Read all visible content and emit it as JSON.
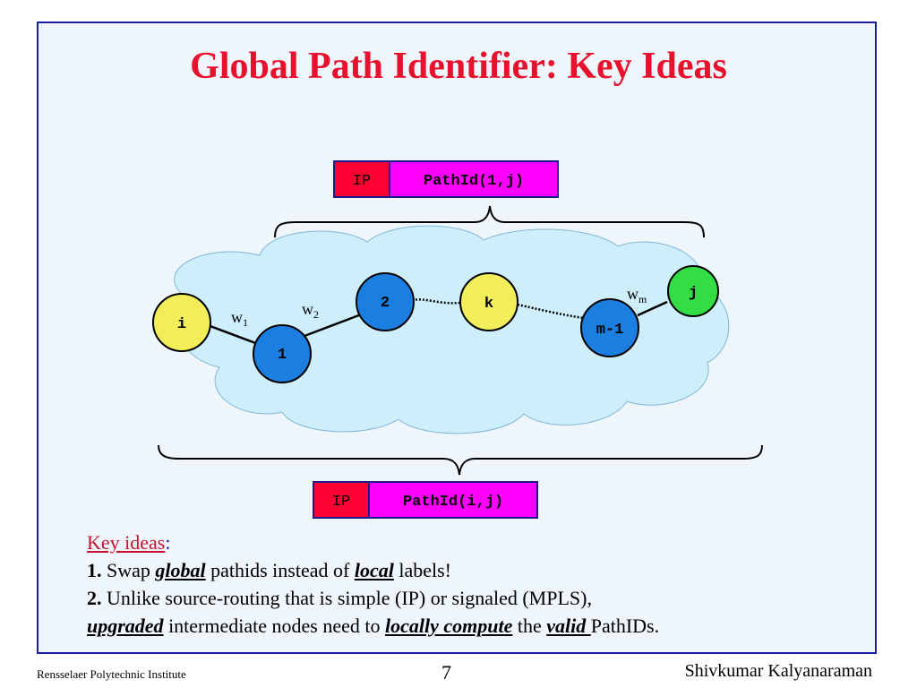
{
  "title": "Global Path Identifier: Key Ideas",
  "diagram": {
    "top_header": {
      "ip": "IP",
      "pathid": "PathId(1,j)"
    },
    "bottom_header": {
      "ip": "IP",
      "pathid": "PathId(i,j)"
    },
    "nodes": {
      "i": "i",
      "n1": "1",
      "n2": "2",
      "k": "k",
      "m1": "m-1",
      "j": "j"
    },
    "weights": {
      "w1": "w",
      "w1_sub": "1",
      "w2": "w",
      "w2_sub": "2",
      "wm": "w",
      "wm_sub": "m"
    },
    "colors": {
      "ip_red": "#ff0033",
      "pathid_magenta": "#ff00ff",
      "node_blue": "#1a7fe0",
      "node_yellow": "#f2ee5a",
      "node_green": "#33dd44",
      "cloud": "#cdeefa"
    }
  },
  "ideas": {
    "heading": "Key ideas",
    "colon": ":",
    "p1_num": "1.",
    "p1_a": " Swap ",
    "p1_global": "global",
    "p1_b": " pathids instead of ",
    "p1_local": "local",
    "p1_c": " labels!",
    "p2_num": "2.",
    "p2_a": " Unlike source-routing that is simple (IP) or signaled (MPLS),",
    "p2_upgraded": "upgraded",
    "p2_b": " intermediate nodes need to ",
    "p2_locally": "locally compute",
    "p2_c": " the ",
    "p2_valid": "valid ",
    "p2_d": "PathIDs."
  },
  "footer": {
    "institute": "Rensselaer Polytechnic Institute",
    "page": "7",
    "author": "Shivkumar Kalyanaraman"
  }
}
